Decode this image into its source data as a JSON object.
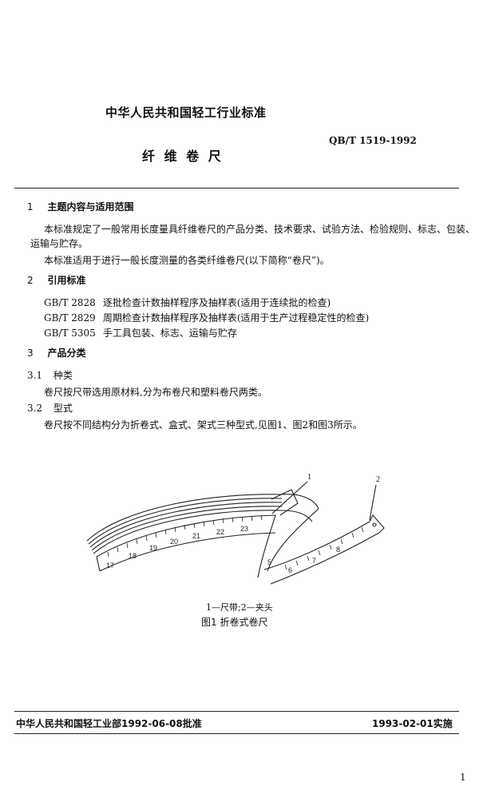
{
  "header": {
    "org_title": "中华人民共和国轻工行业标准",
    "std_code": "QB/T 1519-1992",
    "doc_title": "纤 维 卷 尺"
  },
  "sections": {
    "s1": {
      "num": "1",
      "title": "主题内容与适用范围",
      "para1_line1": "本标准规定了一般常用长度量具纤维卷尺的产品分类、技术要求、试验方法、检验规则、标志、包装、",
      "para1_line2": "运输与贮存。",
      "para2": "本标准适用于进行一般长度测量的各类纤维卷尺(以下简称“卷尺”)。"
    },
    "s2": {
      "num": "2",
      "title": "引用标准",
      "refs": [
        {
          "code": "GB/T 2828",
          "text": "逐批检查计数抽样程序及抽样表(适用于连续批的检查)"
        },
        {
          "code": "GB/T 2829",
          "text": "周期检查计数抽样程序及抽样表(适用于生产过程稳定性的检查)"
        },
        {
          "code": "GB/T 5305",
          "text": "手工具包装、标志、运输与贮存"
        }
      ]
    },
    "s3": {
      "num": "3",
      "title": "产品分类",
      "sub1_num": "3.1",
      "sub1_title": "种类",
      "sub1_text": "卷尺按尺带选用原材料,分为布卷尺和塑料卷尺两类。",
      "sub2_num": "3.2",
      "sub2_title": "型式",
      "sub2_text": "卷尺按不同结构分为折卷式、盒式、架式三种型式,见图1、图2和图3所示。"
    }
  },
  "figure": {
    "callout_1": "1",
    "callout_2": "2",
    "tape_numbers_left": [
      "17",
      "18",
      "19",
      "20",
      "21",
      "22",
      "23"
    ],
    "tape_numbers_right": [
      "5",
      "6",
      "7",
      "8"
    ],
    "legend": "1—尺带;2—夹头",
    "caption": "图1  折卷式卷尺"
  },
  "footer": {
    "issued": "中华人民共和国轻工业部1992-06-08批准",
    "effective": "1993-02-01实施",
    "page_number": "1"
  }
}
